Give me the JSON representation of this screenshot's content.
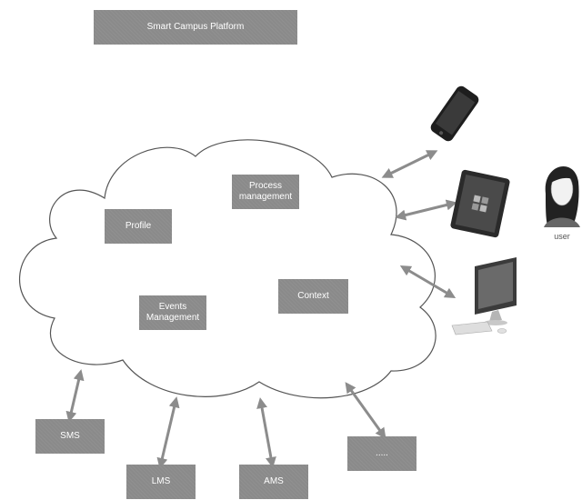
{
  "title": "Smart Campus Platform",
  "cloud_modules": {
    "profile": "Profile",
    "process_line1": "Process",
    "process_line2": "management",
    "events_line1": "Events",
    "events_line2": "Management",
    "context": "Context"
  },
  "external_systems": {
    "sms": "SMS",
    "lms": "LMS",
    "ams": "AMS",
    "more": "....."
  },
  "devices": {
    "smartphone": "smartphone-icon",
    "tablet": "tablet-icon",
    "desktop": "desktop-computer-icon"
  },
  "user_label": "user",
  "colors": {
    "box_fill": "#8a8a8a",
    "arrow": "#8c8c8c",
    "cloud_stroke": "#555555"
  }
}
